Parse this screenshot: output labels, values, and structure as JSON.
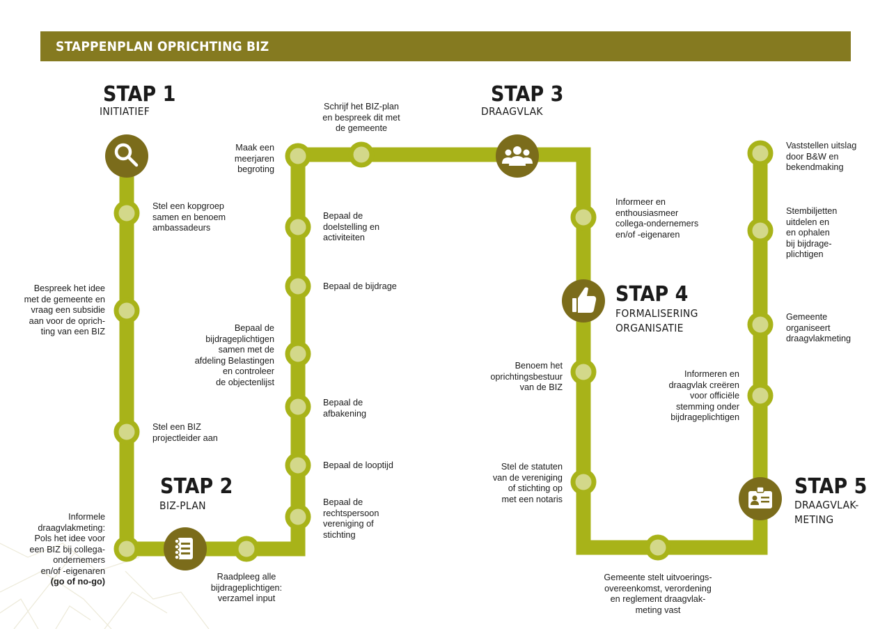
{
  "header": {
    "title": "STAPPENPLAN OPRICHTING BIZ"
  },
  "colors": {
    "header_bg": "#857a20",
    "track": "#a8b319",
    "station_ring": "#a8b319",
    "station_fill": "#d3d88a",
    "icon_circle": "#7b6c1b"
  },
  "steps": [
    {
      "number": "STAP 1",
      "name": "INITIATIEF",
      "icon": "search-icon"
    },
    {
      "number": "STAP 2",
      "name": "BIZ-PLAN",
      "icon": "notebook-icon"
    },
    {
      "number": "STAP 3",
      "name": "DRAAGVLAK",
      "icon": "people-icon"
    },
    {
      "number": "STAP 4",
      "name": "FORMALISERING\nORGANISATIE",
      "icon": "thumbs-up-icon"
    },
    {
      "number": "STAP 5",
      "name": "DRAAGVLAK-\nMETING",
      "icon": "ballot-card-icon"
    }
  ],
  "stations": [
    {
      "text": "Stel een kopgroep\nsamen en benoem\nambassadeurs"
    },
    {
      "text": "Bespreek het idee\nmet de gemeente en\nvraag een subsidie\naan voor de oprich-\nting van een BIZ"
    },
    {
      "text": "Stel een BIZ\nprojectleider aan"
    },
    {
      "text": "Informele\ndraagvlakmeting:\nPols het idee voor\neen BIZ bij collega-\nondernemers\nen/of -eigenaren"
    },
    {
      "text": "(go of no-go)"
    },
    {
      "text": "Raadpleeg alle\nbijdrageplichtigen:\nverzamel input"
    },
    {
      "text": "Bepaal de\nrechtspersoon\nvereniging of\nstichting"
    },
    {
      "text": "Bepaal de looptijd"
    },
    {
      "text": "Bepaal de\nafbakening"
    },
    {
      "text": "Bepaal de\nbijdrageplichtigen\nsamen met de\nafdeling Belastingen\nen controleer\nde objectenlijst"
    },
    {
      "text": "Bepaal de bijdrage"
    },
    {
      "text": "Bepaal de\ndoelstelling en\nactiviteiten"
    },
    {
      "text": "Maak een\nmeerjaren\nbegroting"
    },
    {
      "text": "Schrijf het BIZ-plan\nen bespreek dit met\nde gemeente"
    },
    {
      "text": "Informeer en\nenthousiasmeer\ncollega-ondernemers\nen/of -eigenaren"
    },
    {
      "text": "Benoem het\noprichtingsbestuur\nvan de BIZ"
    },
    {
      "text": "Stel de statuten\nvan de vereniging\nof stichting op\nmet een notaris"
    },
    {
      "text": "Gemeente stelt uitvoerings-\novereenkomst, verordening\nen reglement draagvlak-\nmeting vast"
    },
    {
      "text": "Informeren en\ndraagvlak creëren\nvoor officiële\nstemming onder\nbijdrageplichtigen"
    },
    {
      "text": "Gemeente\norganiseert\ndraagvlakmeting"
    },
    {
      "text": "Stembiljetten\nuitdelen en\nen ophalen\nbij bijdrage-\nplichtigen"
    },
    {
      "text": "Vaststellen uitslag\ndoor B&W en\nbekendmaking"
    }
  ]
}
